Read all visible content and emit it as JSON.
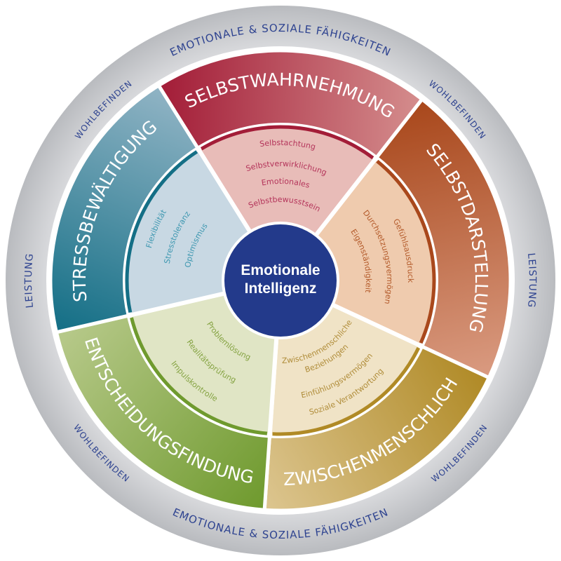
{
  "center": {
    "line1": "Emotionale",
    "line2": "Intelligenz",
    "color": "#233a8b"
  },
  "outer_ring": {
    "top_label": "EMOTIONALE & SOZIALE FÄHIGKEITEN",
    "bottom_label": "EMOTIONALE & SOZIALE FÄHIGKEITEN",
    "wellbeing_labels": [
      "WOHLBEFINDEN",
      "WOHLBEFINDEN",
      "WOHLBEFINDEN",
      "WOHLBEFINDEN"
    ],
    "performance_labels": [
      "LEISTUNG",
      "LEISTUNG"
    ],
    "label_color": "#2e4390",
    "ring_color": "#d8d9dc"
  },
  "segments": [
    {
      "title": "SELBSTWAHRNEHMUNG",
      "color": "#a31d38",
      "color2": "#d48c8c",
      "pale": "#e8bcb8",
      "text_color": "#b4345a",
      "items": [
        "Selbstachtung",
        "Selbstverwirklichung",
        "Emotionales",
        "Selbstbewusstsein"
      ]
    },
    {
      "title": "SELBSTDARSTELLUNG",
      "color": "#a9481c",
      "color2": "#d99a80",
      "pale": "#efcbae",
      "text_color": "#b35a2a",
      "items": [
        "Gefühlsausdruck",
        "Durchsetzungsvermögen",
        "Eigenständigkeit"
      ]
    },
    {
      "title": "ZWISCHENMENSCHLICH",
      "color": "#b08a26",
      "color2": "#dcc58f",
      "pale": "#f0e3c6",
      "text_color": "#b08d3a",
      "items": [
        "Zwischenmenschliche",
        "Beziehungen",
        "Einfühlungsvermögen",
        "Soziale Verantwortung"
      ]
    },
    {
      "title": "ENTSCHEIDUNGSFINDUNG",
      "color": "#6f9a2e",
      "color2": "#b7c98a",
      "pale": "#e0e5c5",
      "text_color": "#86a444",
      "items": [
        "Problemlösung",
        "Realitätsprüfung",
        "Impulskontrolle"
      ]
    },
    {
      "title": "STRESSBEWÄLTIGUNG",
      "color": "#146f86",
      "color2": "#8fb3c4",
      "pale": "#c8d8e3",
      "text_color": "#3d97b0",
      "items": [
        "Flexibilität",
        "Stresstoleranz",
        "Optimismus"
      ]
    }
  ]
}
